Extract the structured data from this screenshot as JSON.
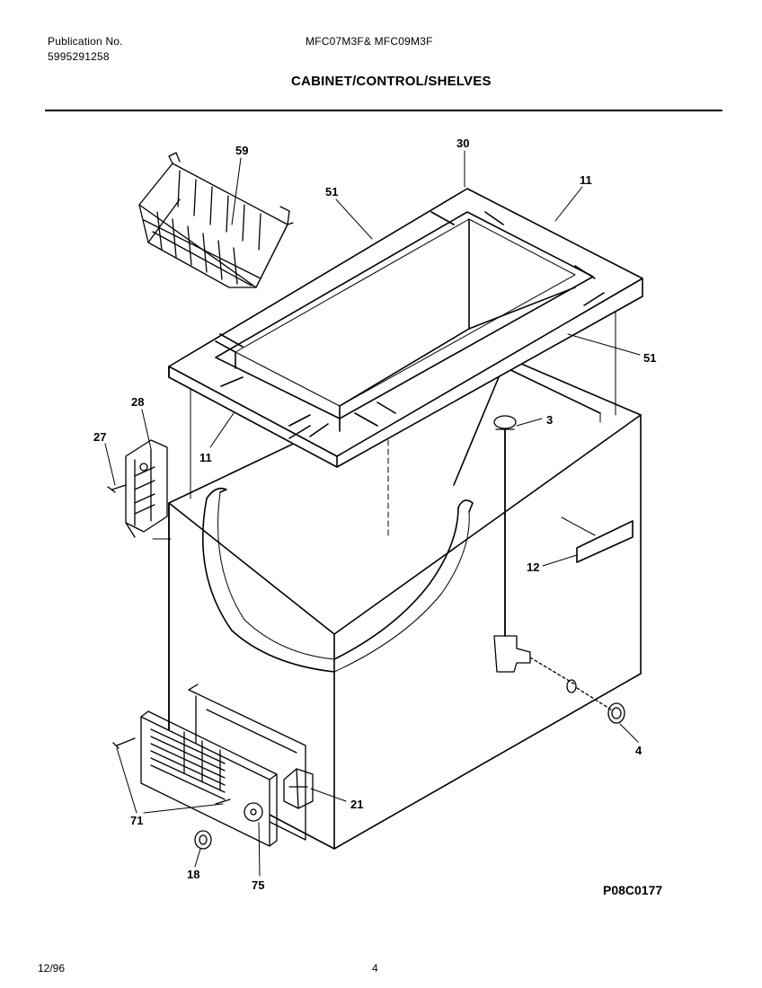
{
  "header": {
    "publication_label": "Publication No.",
    "publication_number": "5995291258",
    "models": "MFC07M3F& MFC09M3F",
    "section_title": "CABINET/CONTROL/SHELVES"
  },
  "callouts": {
    "c59": "59",
    "c30": "30",
    "c51a": "51",
    "c11a": "11",
    "c51b": "51",
    "c28": "28",
    "c27": "27",
    "c11b": "11",
    "c3": "3",
    "c12": "12",
    "c4": "4",
    "c21": "21",
    "c71": "71",
    "c18": "18",
    "c75": "75"
  },
  "figure_code": "P08C0177",
  "footer": {
    "date": "12/96",
    "page": "4"
  }
}
